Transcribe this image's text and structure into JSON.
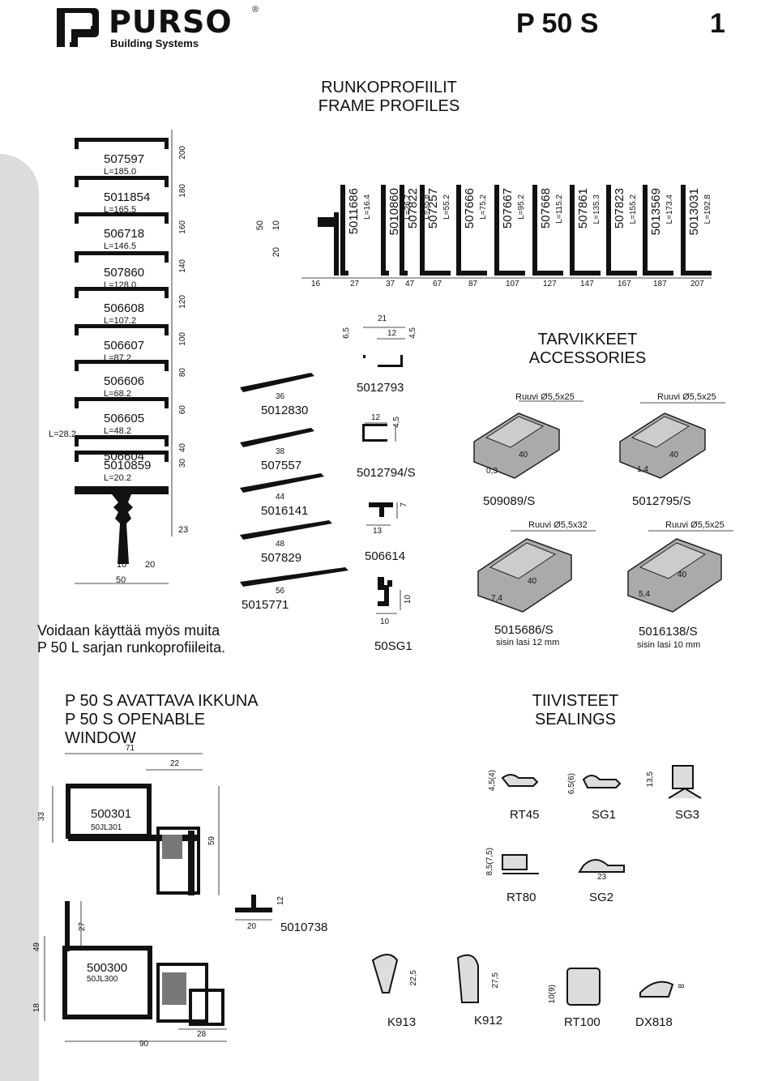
{
  "brand": {
    "name": "PURSO",
    "tagline": "Building Systems",
    "reg": "®"
  },
  "page": {
    "code": "P 50  S",
    "number": "1"
  },
  "frame_section": {
    "title_fi": "RUNKOPROFIILIT",
    "title_en": "FRAME PROFILES"
  },
  "stack_profiles": [
    {
      "code": "507597",
      "len": "L=185.0",
      "dim": "200"
    },
    {
      "code": "5011854",
      "len": "L=165.5",
      "dim": "180"
    },
    {
      "code": "506718",
      "len": "L=146.5",
      "dim": "160"
    },
    {
      "code": "507860",
      "len": "L=128.0",
      "dim": "140"
    },
    {
      "code": "506608",
      "len": "L=107.2",
      "dim": "120"
    },
    {
      "code": "506607",
      "len": "L=87.2",
      "dim": "100"
    },
    {
      "code": "506606",
      "len": "L=68.2",
      "dim": "80"
    },
    {
      "code": "506605",
      "len": "L=48.2",
      "dim": "60"
    },
    {
      "code": "506604",
      "len": "",
      "dim": "40"
    },
    {
      "code": "5010859",
      "len": "L=20.2",
      "dim": "30"
    }
  ],
  "stack_extra": {
    "side_len": "L=28.2",
    "dim_23": "23",
    "w10": "10",
    "w20": "20",
    "w50": "50"
  },
  "horiz_profiles": [
    {
      "code": "5011686",
      "len": "L=16.4"
    },
    {
      "code": "5010860",
      "len": "L=26.7"
    },
    {
      "code": "507822",
      "len": "L=35.8"
    },
    {
      "code": "507257",
      "len": "L=55.2"
    },
    {
      "code": "507666",
      "len": "L=75.2"
    },
    {
      "code": "507667",
      "len": "L=95.2"
    },
    {
      "code": "507668",
      "len": "L=115.2"
    },
    {
      "code": "507861",
      "len": "L=135.3"
    },
    {
      "code": "507823",
      "len": "L=155.2"
    },
    {
      "code": "5013569",
      "len": "L=173.4"
    },
    {
      "code": "5013031",
      "len": "L=192.8"
    }
  ],
  "horiz_scale": [
    "16",
    "27",
    "37",
    "47",
    "67",
    "87",
    "107",
    "127",
    "147",
    "167",
    "187",
    "207"
  ],
  "horiz_side": {
    "d50": "50",
    "d10": "10",
    "d20": "20"
  },
  "tapers": [
    {
      "code": "5012830",
      "w": "36"
    },
    {
      "code": "507557",
      "w": "38"
    },
    {
      "code": "5016141",
      "w": "44"
    },
    {
      "code": "507829",
      "w": "48"
    },
    {
      "code": "5015771",
      "w": "56"
    }
  ],
  "small_parts": [
    {
      "code": "5012793",
      "dims": [
        "21",
        "12",
        "6,5",
        "4,5"
      ]
    },
    {
      "code": "5012794/S",
      "dims": [
        "12",
        "4,5"
      ]
    },
    {
      "code": "506614",
      "dims": [
        "13",
        "7"
      ]
    },
    {
      "code": "50SG1",
      "dims": [
        "10",
        "10"
      ]
    }
  ],
  "accessories": {
    "title_fi": "TARVIKKEET",
    "title_en": "ACCESSORIES",
    "items": [
      {
        "code": "509089/S",
        "screw": "Ruuvi Ø5,5x25",
        "len": "40",
        "gap": "0,3",
        "sub": ""
      },
      {
        "code": "5012795/S",
        "screw": "Ruuvi Ø5,5x25",
        "len": "40",
        "gap": "1,4",
        "sub": ""
      },
      {
        "code": "5015686/S",
        "screw": "Ruuvi Ø5,5x32",
        "len": "40",
        "gap": "7,4",
        "sub": "sisin lasi 12 mm"
      },
      {
        "code": "5016138/S",
        "screw": "Ruuvi Ø5,5x25",
        "len": "40",
        "gap": "5,4",
        "sub": "sisin lasi 10 mm"
      }
    ]
  },
  "note": {
    "line1": "Voidaan käyttää myös muita",
    "line2": "P 50 L sarjan runkoprofiileita."
  },
  "window_section": {
    "title_fi": "P 50 S AVATTAVA IKKUNA",
    "title_en": "P 50 S OPENABLE WINDOW",
    "p1": {
      "code": "500301",
      "sub": "50JL301",
      "d71": "71",
      "d22": "22",
      "d33": "33",
      "d59": "59"
    },
    "p2": {
      "code": "500300",
      "sub": "50JL300",
      "d27": "27",
      "d49": "49",
      "d18": "18",
      "d90": "90",
      "d28": "28"
    },
    "p3": {
      "code": "5010738",
      "d20": "20",
      "d12": "12"
    }
  },
  "sealings": {
    "title_fi": "TIIVISTEET",
    "title_en": "SEALINGS",
    "items": [
      {
        "code": "RT45",
        "dim": "4,5(4)"
      },
      {
        "code": "SG1",
        "dim": "6,5(6)"
      },
      {
        "code": "SG3",
        "dim": "13,5"
      },
      {
        "code": "RT80",
        "dim": "8,5(7,5)"
      },
      {
        "code": "SG2",
        "dim": "23"
      },
      {
        "code": "K913",
        "dim": "22,5"
      },
      {
        "code": "K912",
        "dim": "27,5"
      },
      {
        "code": "RT100",
        "dim": "10(9)"
      },
      {
        "code": "DX818",
        "dim": "8"
      }
    ]
  }
}
